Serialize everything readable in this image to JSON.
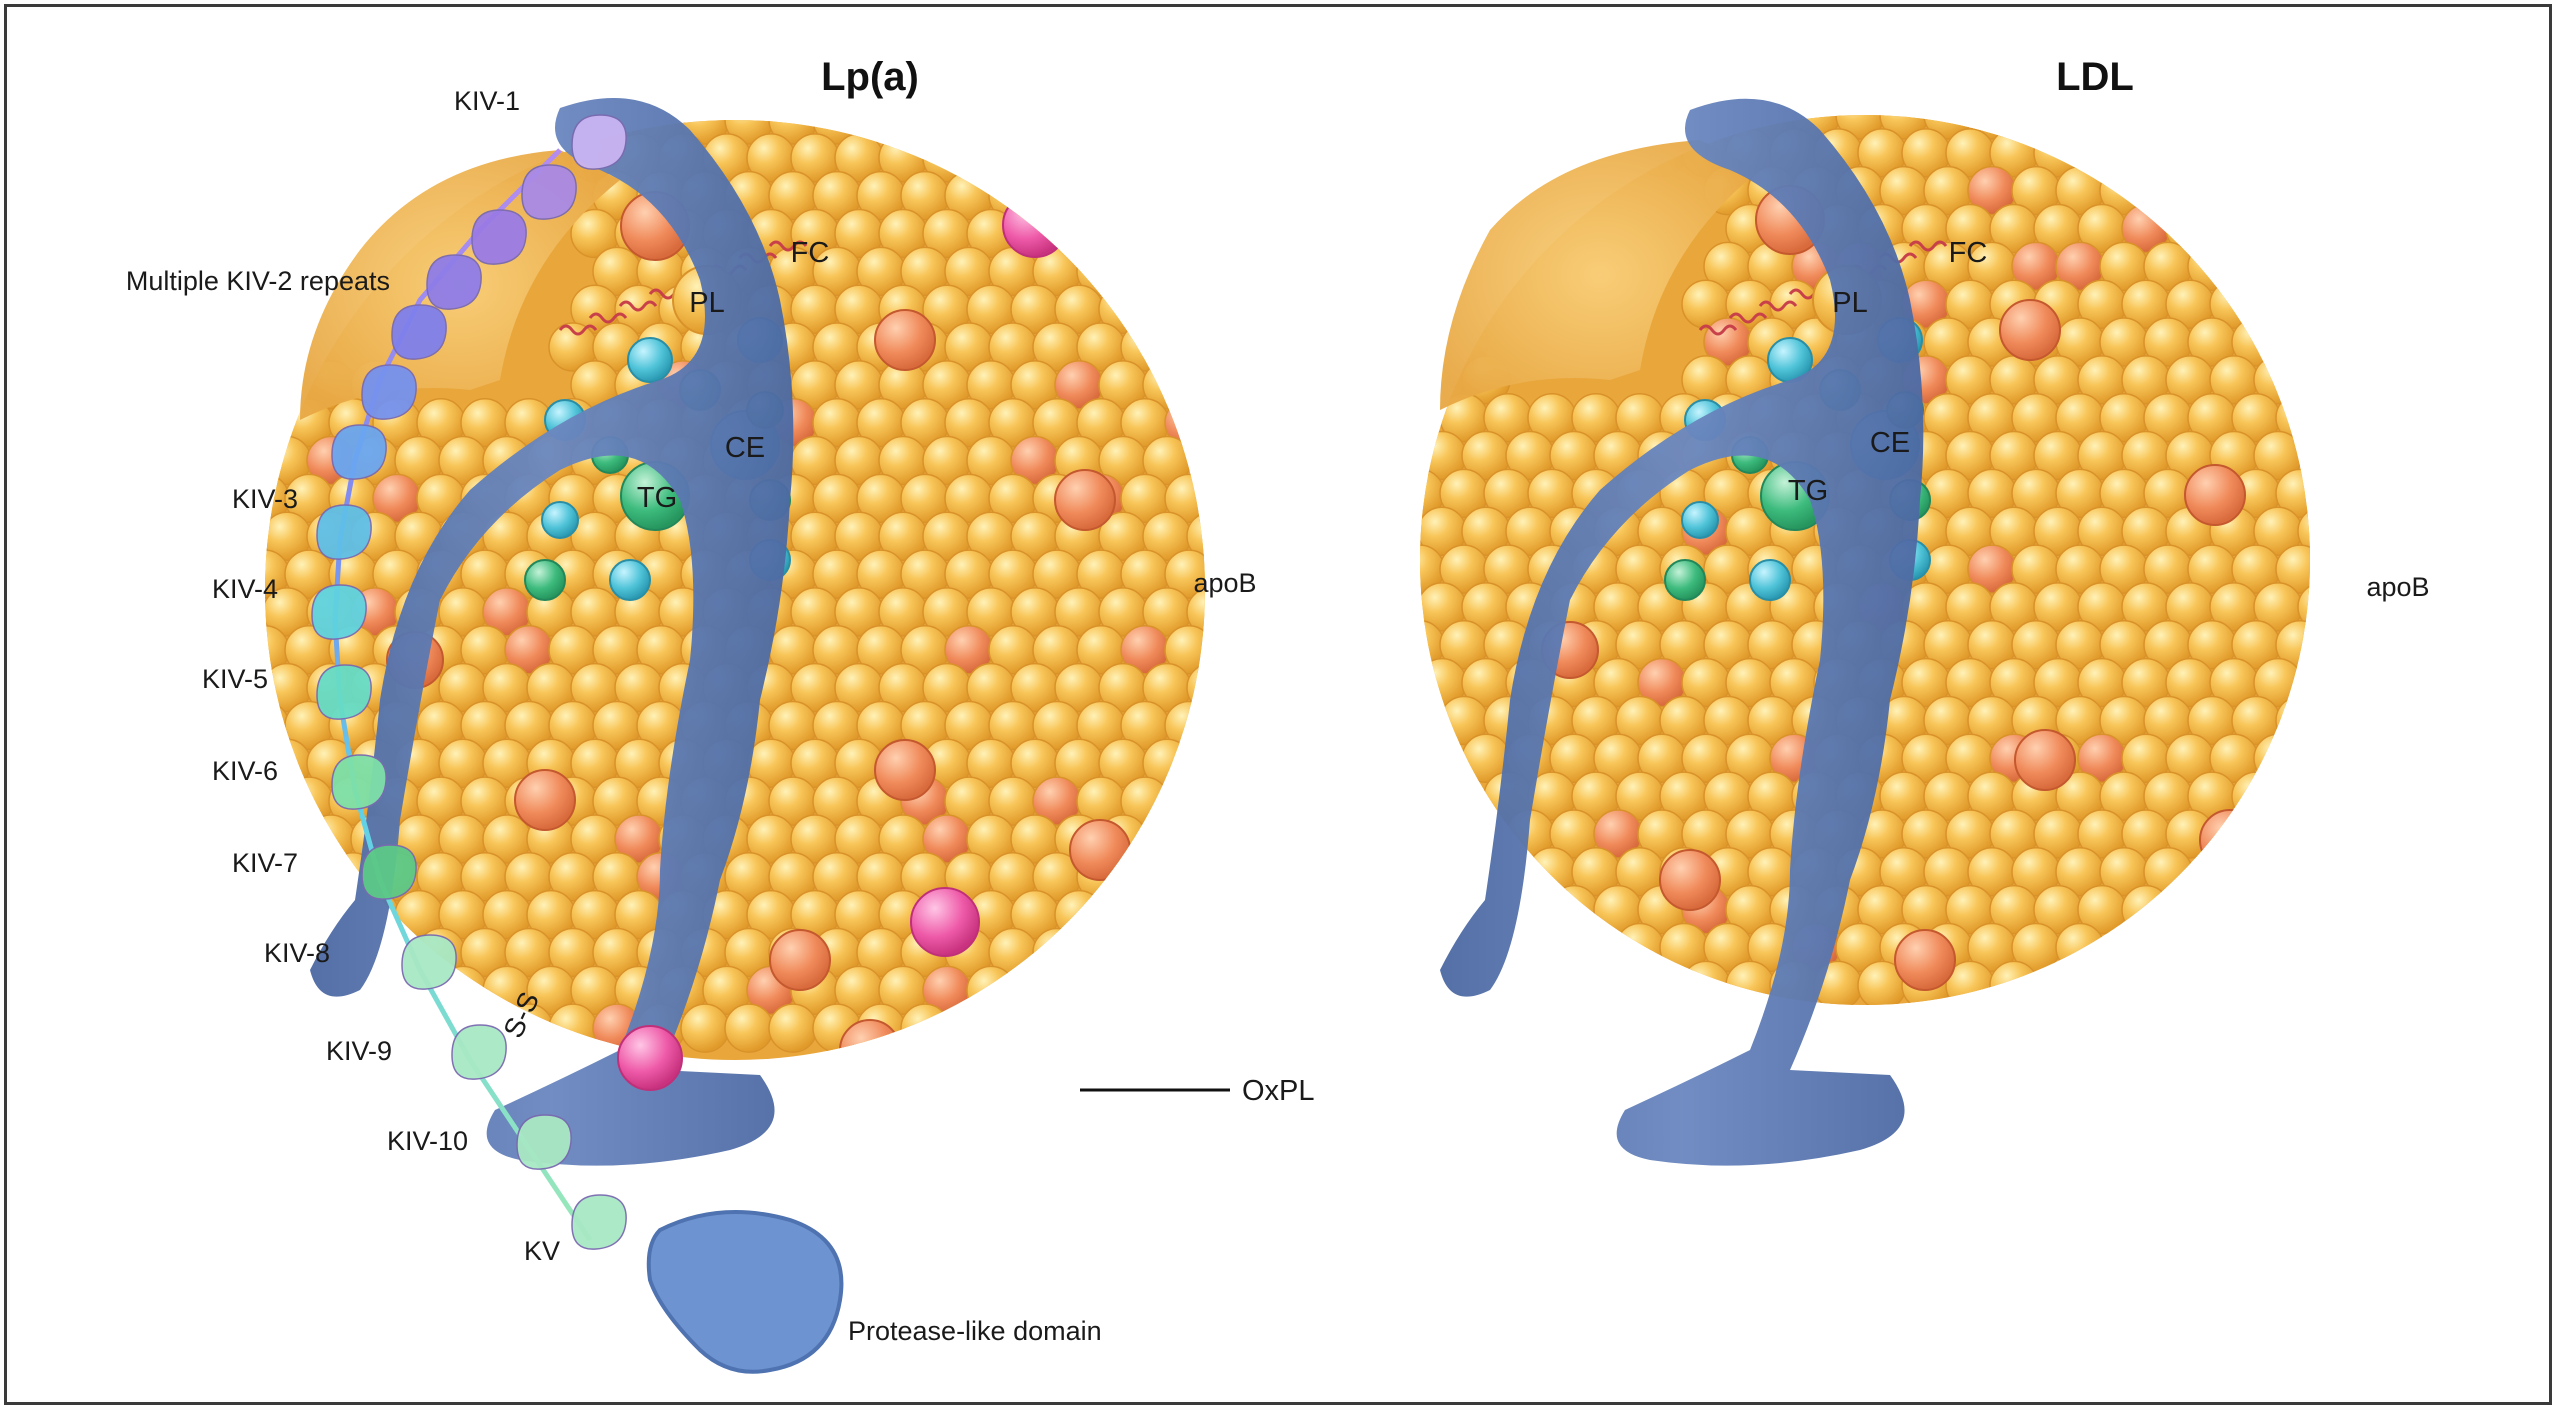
{
  "lpa": {
    "title": "Lp(a)",
    "kringles": [
      "KIV-1",
      "Multiple KIV-2 repeats",
      "KIV-3",
      "KIV-4",
      "KIV-5",
      "KIV-6",
      "KIV-7",
      "KIV-8",
      "KIV-9",
      "KIV-10",
      "KV"
    ],
    "protease": "Protease-like domain",
    "disulfide": "S-S",
    "oxpl": "OxPL",
    "core": {
      "pl": "PL",
      "fc": "FC",
      "ce": "CE",
      "tg": "TG"
    },
    "apob": "apoB"
  },
  "ldl": {
    "title": "LDL",
    "core": {
      "pl": "PL",
      "fc": "FC",
      "ce": "CE",
      "tg": "TG"
    },
    "apob": "apoB"
  },
  "colors": {
    "lipid": "#f5b94a",
    "lipid_light": "#ffe49a",
    "fc": "#f08a5a",
    "oxpl": "#ee5aa8",
    "ce": "#4fc3d8",
    "tg": "#3dbb7d",
    "apob": "#5b79b0",
    "chain_top": "#9b6fe0",
    "chain_bottom": "#8fe3b0"
  }
}
